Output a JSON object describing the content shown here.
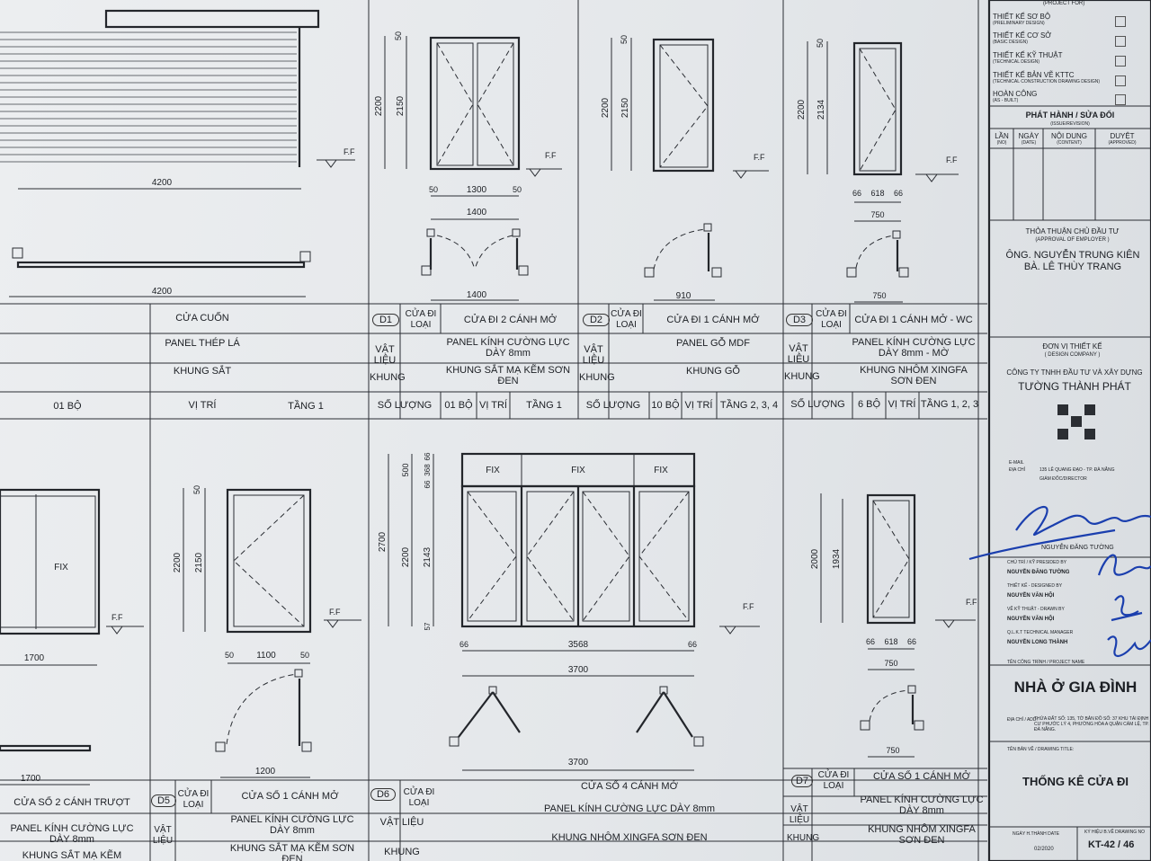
{
  "top_row": {
    "c0": {
      "name": "CỬA CUỐN",
      "material": "PANEL THÉP LÁ",
      "frame": "KHUNG SẮT",
      "qty": "01 BỘ",
      "pos_label": "VỊ TRÍ",
      "pos": "TẦNG 1",
      "dim1": "4200",
      "dim2": "4200"
    },
    "d1": {
      "code": "D1",
      "type": "CỬA ĐI LOẠI",
      "name": "CỬA ĐI 2 CÁNH MỞ",
      "mat_label": "VẬT LIỆU",
      "material": "PANEL KÍNH CƯỜNG LỰC DÀY 8mm",
      "frame_label": "KHUNG",
      "frame": "KHUNG SẮT MẠ KẼM SƠN ĐEN",
      "qty_label": "SỐ LƯỢNG",
      "qty": "01 BỘ",
      "pos_label": "VỊ TRÍ",
      "pos": "TẦNG 1",
      "h_total": "2200",
      "h_leaf": "2150",
      "h_top": "50",
      "w_leaf": "1300",
      "w_side": "50",
      "w_total": "1400",
      "w_plan": "1400",
      "ff": "F.F"
    },
    "d2": {
      "code": "D2",
      "type": "CỬA ĐI LOẠI",
      "name": "CỬA ĐI 1 CÁNH MỞ",
      "mat_label": "VẬT LIỆU",
      "material": "PANEL GỖ MDF",
      "frame_label": "KHUNG",
      "frame": "KHUNG GỖ",
      "qty_label": "SỐ LƯỢNG",
      "qty": "10 BỘ",
      "pos_label": "VỊ TRÍ",
      "pos": "TẦNG 2, 3, 4",
      "h_total": "2200",
      "h_leaf": "2150",
      "h_top": "50",
      "w_plan": "910",
      "ff": "F.F"
    },
    "d3": {
      "code": "D3",
      "type": "CỬA ĐI LOẠI",
      "name": "CỬA ĐI 1 CÁNH MỞ - WC",
      "mat_label": "VẬT LIỆU",
      "material": "PANEL KÍNH CƯỜNG LỰC DÀY 8mm - MỜ",
      "frame_label": "KHUNG",
      "frame": "KHUNG NHÔM XINGFA SƠN ĐEN",
      "qty_label": "SỐ LƯỢNG",
      "qty": "6 BỘ",
      "pos_label": "VỊ TRÍ",
      "pos": "TẦNG 1, 2, 3",
      "h_total": "2200",
      "h_leaf": "2134",
      "h_top": "50",
      "w_leaf": "618",
      "w_side": "66",
      "w_total": "750",
      "w_plan": "750",
      "ff": "F.F"
    }
  },
  "bottom_row": {
    "c0": {
      "name": "CỬA SỔ 2 CÁNH TRƯỢT",
      "material": "PANEL KÍNH CƯỜNG LỰC DÀY 8mm",
      "frame": "KHUNG SẮT MẠ KẼM",
      "fix": "FIX",
      "dim1": "1700",
      "dim2": "1700",
      "ff": "F.F"
    },
    "d5": {
      "code": "D5",
      "type": "CỬA ĐI LOẠI",
      "name": "CỬA SỔ 1 CÁNH MỞ",
      "mat_label": "VẬT LIỆU",
      "material": "PANEL KÍNH CƯỜNG LỰC DÀY 8mm",
      "frame": "KHUNG SẮT MẠ KẼM SƠN ĐEN",
      "h_total": "2200",
      "h_leaf": "2150",
      "h_top": "50",
      "w_leaf": "1100",
      "w_side": "50",
      "w_plan": "1200",
      "ff": "F.F"
    },
    "d6": {
      "code": "D6",
      "type": "CỬA ĐI LOẠI",
      "name": "CỬA SỔ 4 CÁNH MỞ",
      "mat_label": "VẬT LIỆU",
      "material": "PANEL KÍNH CƯỜNG LỰC DÀY 8mm",
      "frame_label": "KHUNG",
      "frame": "KHUNG NHÔM XINGFA SƠN ĐEN",
      "fix": "FIX",
      "h_total": "2700",
      "h_top": "500",
      "h_fix": "368",
      "h_a": "66",
      "h_b": "66",
      "h_main": "2200",
      "h_leaf": "2143",
      "h_bot": "57",
      "w_leaf": "3568",
      "w_side": "66",
      "w_total": "3700",
      "w_plan": "3700",
      "ff": "F.F"
    },
    "d7": {
      "code": "D7",
      "type": "CỬA ĐI LOẠI",
      "name": "CỬA SỔ 1 CÁNH MỞ",
      "mat_label": "VẬT LIỆU",
      "material": "PANEL KÍNH CƯỜNG LỰC DÀY 8mm",
      "frame_label": "KHUNG",
      "frame": "KHUNG NHÔM XINGFA SƠN ĐEN",
      "h_total": "2000",
      "h_leaf": "1934",
      "w_leaf": "618",
      "w_side": "66",
      "w_total": "750",
      "w_plan": "750",
      "ff": "F.F"
    }
  },
  "title_block": {
    "project_for": "(PROJECT FOR)",
    "stages": [
      {
        "vi": "THIẾT KẾ SƠ BỘ",
        "en": "(PRELIMINARY DESIGN)"
      },
      {
        "vi": "THIẾT KẾ CƠ SỞ",
        "en": "(BASIC DESIGN)"
      },
      {
        "vi": "THIẾT KẾ KỸ THUẬT",
        "en": "(TECHNICAL DESIGN)"
      },
      {
        "vi": "THIẾT KẾ BẢN VẼ KTTC",
        "en": "(TECHNICAL CONSTRUCTION DRAWING DESIGN)"
      },
      {
        "vi": "HOÀN CÔNG",
        "en": "(AS - BUILT)"
      }
    ],
    "issue_title": "PHÁT HÀNH / SỬA ĐỔI",
    "issue_sub": "(ISSUE/REVISION)",
    "issue_cols": [
      {
        "vi": "LẦN",
        "en": "(NO)"
      },
      {
        "vi": "NGÀY",
        "en": "(DATE)"
      },
      {
        "vi": "NỘI DUNG",
        "en": "(CONTENT)"
      },
      {
        "vi": "DUYỆT",
        "en": "(APPROVED)"
      }
    ],
    "approval": "THỎA THUẬN CHỦ ĐẦU TƯ",
    "approval_sub": "(APPROVAL OF EMPLOYER )",
    "owner1": "ÔNG. NGUYỄN TRUNG KIÊN",
    "owner2": "BÀ. LÊ THÙY TRANG",
    "design_unit": "ĐƠN VỊ THIẾT KẾ",
    "design_unit_sub": "( DESIGN COMPANY )",
    "company_line": "CÔNG TY TNHH ĐẦU TƯ VÀ XÂY DỰNG",
    "company_name": "TƯỜNG THÀNH PHÁT",
    "email_label": "E-MAIL",
    "address_label": "ĐỊA CHỈ",
    "address": "135 LÊ QUANG ĐẠO - TP. ĐÀ NẴNG",
    "director": "GIÁM ĐỐC/DIRECTOR",
    "director_name": "NGUYỄN ĐĂNG TƯỜNG",
    "role1": "CHỦ TRÌ / KỸ PRESIDED BY",
    "role1_name": "NGUYỄN ĐĂNG TƯỜNG",
    "role2": "THIẾT KẾ - DESIGNED BY",
    "role2_name": "NGUYỄN VĂN HỘI",
    "role3": "VẼ KỸ THUẬT - DRAWN BY",
    "role3_name": "NGUYỄN VĂN HỘI",
    "role4": "Q.L.K.T TECHNICAL MANAGER",
    "role4_name": "NGUYỄN LONG THÀNH",
    "project_label": "TÊN CÔNG TRÌNH / PROJECT NAME",
    "project_name": "NHÀ Ở GIA ĐÌNH",
    "site_label": "ĐỊA CHỈ / ADD:",
    "site": "THỬA ĐẤT SỐ: 135, TỜ BẢN ĐỒ SỐ: 37 KHU TÁI ĐỊNH CƯ PHƯỚC LÝ 4, PHƯỜNG HÒA A QUẬN CẨM LỆ, TP. ĐÀ NẴNG.",
    "drawing_label": "TÊN BẢN VẼ / DRAWING TITLE:",
    "drawing_title": "THỐNG KÊ CỬA ĐI",
    "date_label": "NGÀY H.THÀNH DATE",
    "date": "02/2020",
    "sheet_label": "KÝ HIỆU B.VẼ DRAWING NO",
    "sheet_no": "KT-42 / 46"
  }
}
